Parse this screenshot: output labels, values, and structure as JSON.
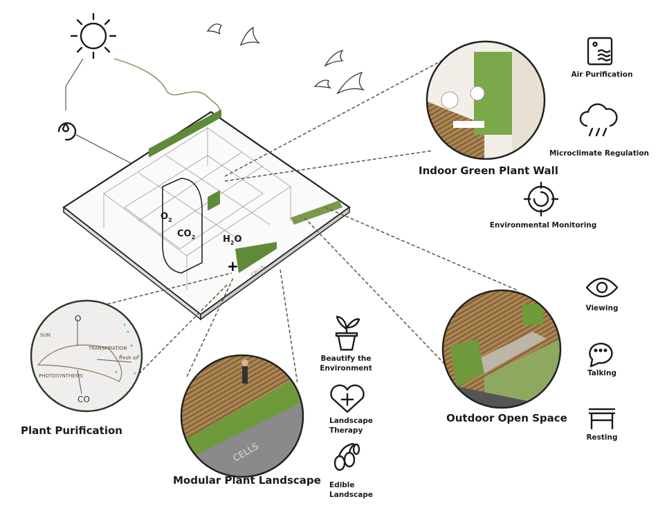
{
  "title": "Green plant system diagram",
  "building": {
    "gases": {
      "o2": {
        "base": "O",
        "sub": "2"
      },
      "co2": {
        "base": "CO",
        "sub": "2"
      },
      "h2o": {
        "pre": "H",
        "sub": "2",
        "post": "O"
      }
    },
    "sign": "CELLS"
  },
  "sections": {
    "indoor": {
      "title": "Indoor Green Plant Wall",
      "benefits": [
        "Air Purification",
        "Microclimate Regulation",
        "Environmental Monitoring"
      ]
    },
    "plant": {
      "title": "Plant Purification",
      "labels": {
        "sun": "SUN",
        "transpiration": "TRANSPIRATION",
        "photosynthesis": "PHOTOSYNTHESIS",
        "fresh_air": "fresh air",
        "o2": "O",
        "co2": "CO"
      }
    },
    "modular": {
      "title": "Modular Plant Landscape",
      "sign": "CELLS",
      "benefits": [
        [
          "Beautify the",
          "Environment"
        ],
        [
          "Landscape",
          "Therapy"
        ],
        [
          "Edible",
          "Landscape"
        ]
      ]
    },
    "outdoor": {
      "title": "Outdoor Open Space",
      "benefits": [
        "Viewing",
        "Talking",
        "Resting"
      ]
    }
  },
  "colors": {
    "wood": "#a07a4a",
    "green": "#5f8a3a",
    "dash": "#6b5a3e",
    "blue": "#6ec3ea"
  }
}
